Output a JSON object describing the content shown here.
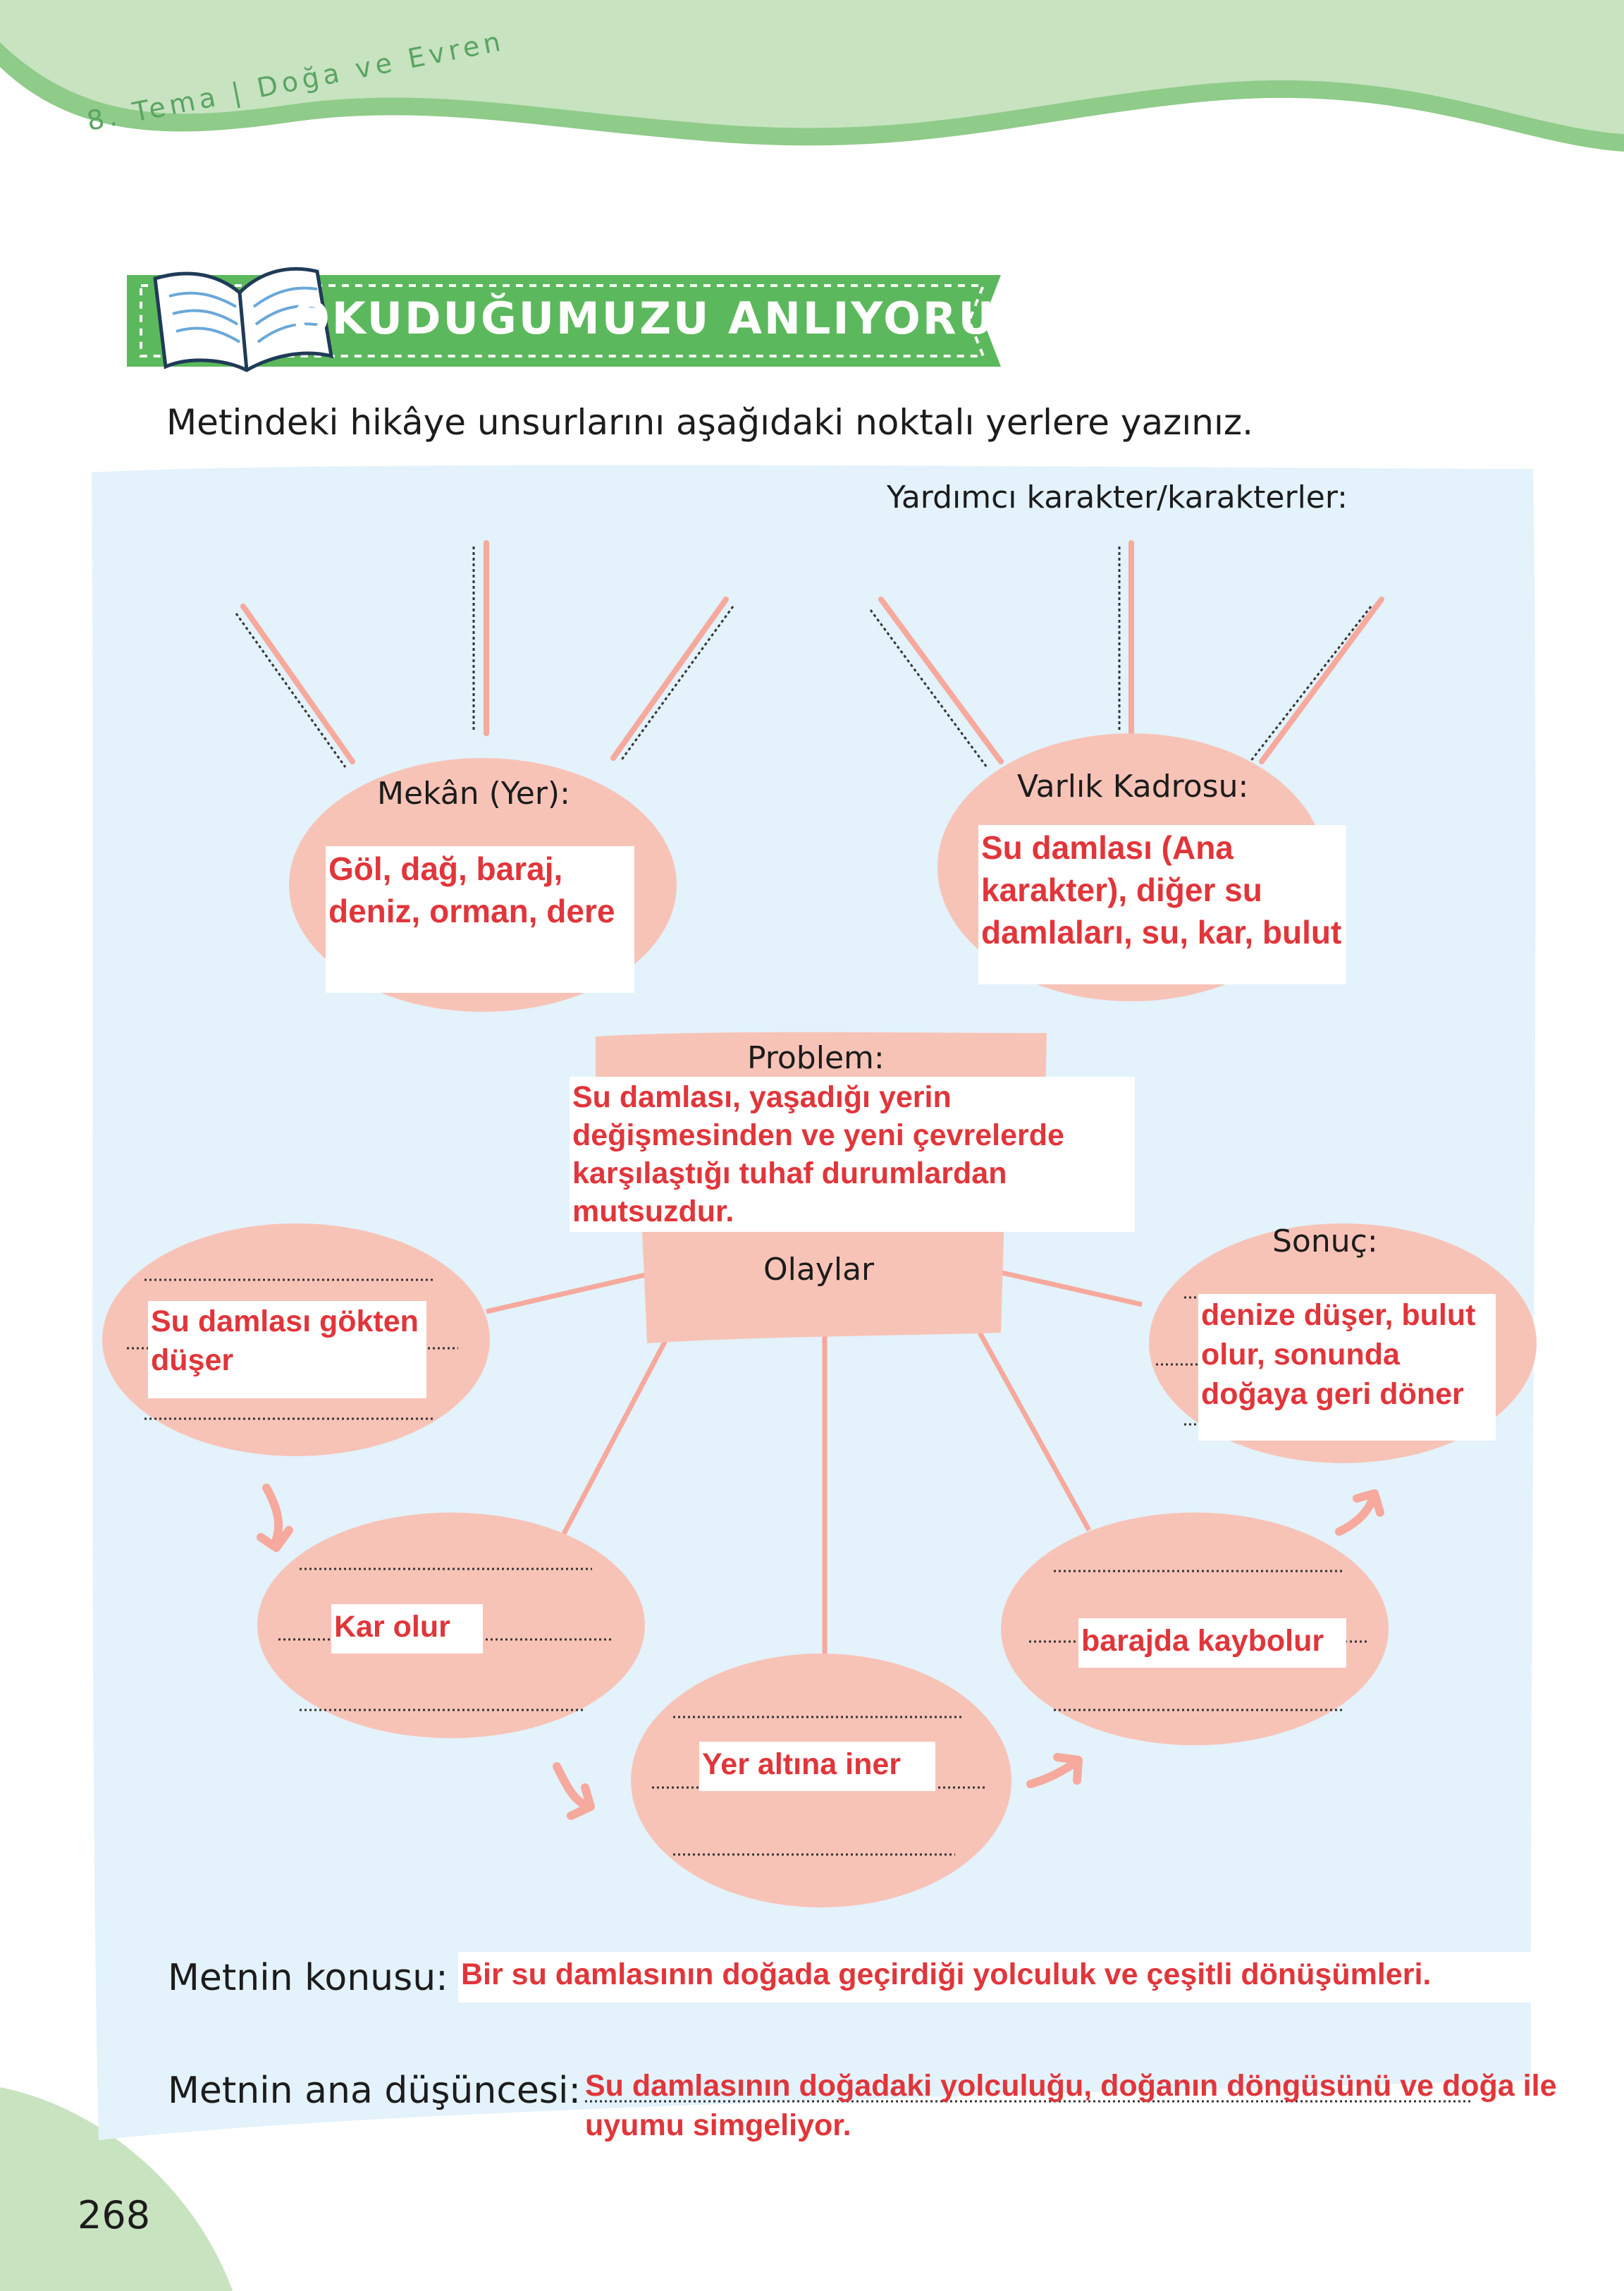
{
  "header": {
    "theme": "8. Tema | Doğa ve Evren",
    "section_title": "OKUDUĞUMUZU ANLIYORUZ"
  },
  "instruction": "Metindeki hikâye unsurlarını aşağıdaki noktalı yerlere yazınız.",
  "map": {
    "helper_characters_label": "Yardımcı karakter/karakterler:",
    "place_label": "Mekân (Yer):",
    "place_answer": "Göl, dağ, baraj, deniz, orman, dere",
    "cast_label": "Varlık Kadrosu:",
    "cast_answer": "Su damlası (Ana karakter), diğer su damlaları, su, kar, bulut",
    "problem_label": "Problem:",
    "problem_answer": "Su damlası, yaşadığı yerin değişmesinden ve yeni çevrelerde karşılaştığı tuhaf durumlardan mutsuzdur.",
    "events_label": "Olaylar",
    "events": [
      "Su damlası gökten düşer",
      "Kar olur",
      "Yer altına iner",
      "barajda kaybolur"
    ],
    "result_label": "Sonuç:",
    "result_answer": "denize düşer, bulut olur, sonunda doğaya geri döner"
  },
  "footer": {
    "topic_label": "Metnin konusu: .",
    "topic_answer": "Bir su damlasının doğada geçirdiği yolculuk ve çeşitli dönüşümleri.",
    "main_idea_label": "Metnin ana düşüncesi:",
    "main_idea_answer": "Su damlasının doğadaki yolculuğu, doğanın döngüsünü ve doğa ile uyumu simgeliyor."
  },
  "page_number": "268",
  "colors": {
    "header_green": "#c8e3c0",
    "header_green_dark": "#86c47f",
    "banner_green": "#5cb85c",
    "panel_blue": "#e3f2fb",
    "shape_pink": "#f8c3b7",
    "line_pink": "#f6a99c",
    "answer_red": "#e0363b"
  }
}
